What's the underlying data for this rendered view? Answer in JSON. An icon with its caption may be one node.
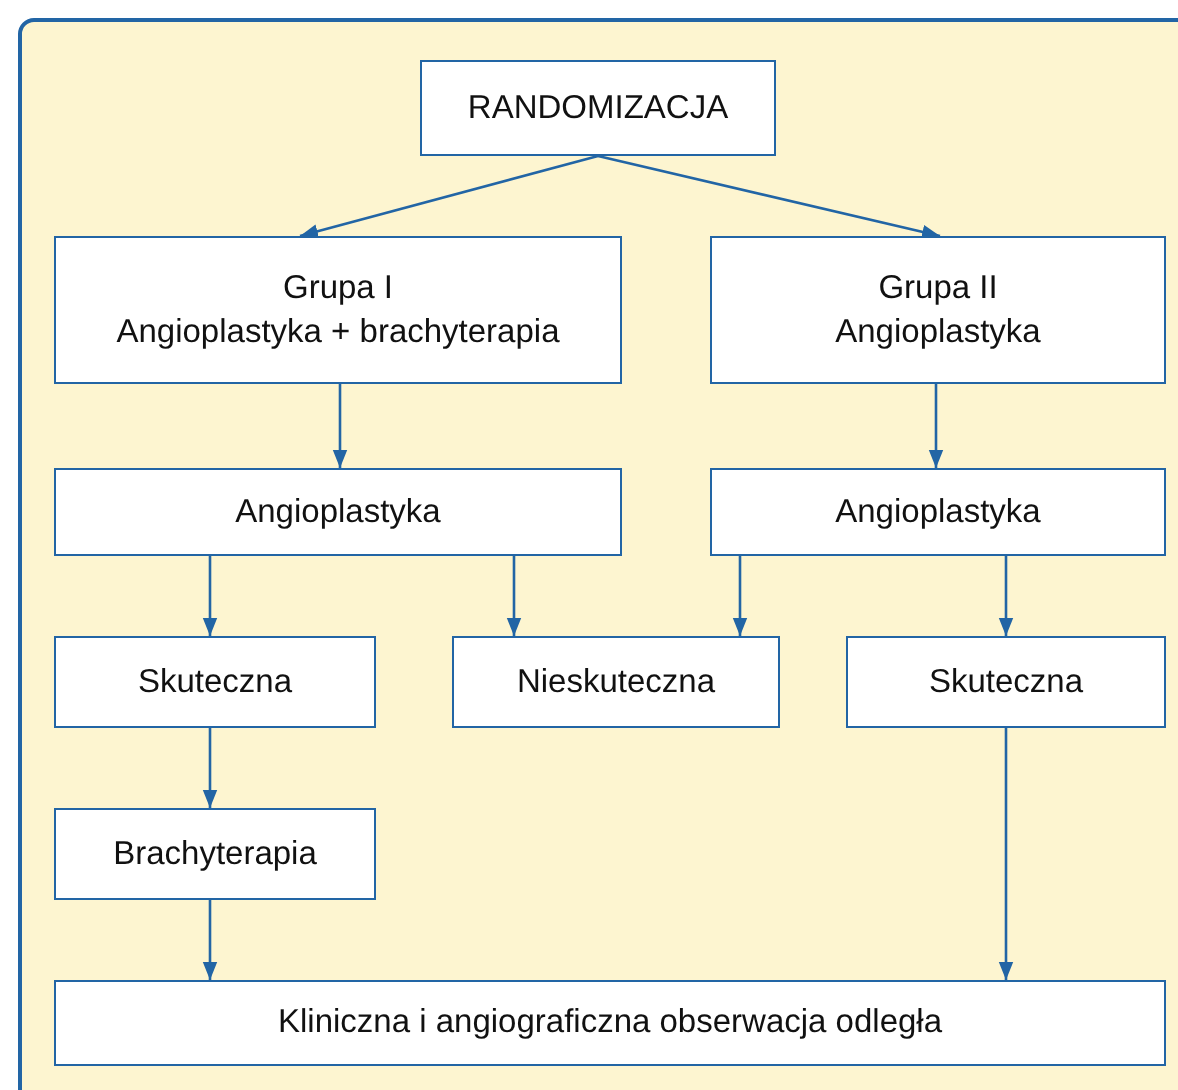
{
  "diagram": {
    "nodes": [
      {
        "text": [
          "RANDOMIZACJA"
        ]
      },
      {
        "text": [
          "Grupa I",
          "Angioplastyka + brachyterapia"
        ]
      },
      {
        "text": [
          "Grupa II",
          "Angioplastyka"
        ]
      },
      {
        "text": [
          "Angioplastyka"
        ]
      },
      {
        "text": [
          "Angioplastyka"
        ]
      },
      {
        "text": [
          "Skuteczna"
        ]
      },
      {
        "text": [
          "Nieskuteczna"
        ]
      },
      {
        "text": [
          "Skuteczna"
        ]
      },
      {
        "text": [
          "Brachyterapia"
        ]
      },
      {
        "text": [
          "Kliniczna i angiograficzna obserwacja odległa"
        ]
      }
    ],
    "edges": [
      {
        "from": 0,
        "to": 1,
        "arrow": "to"
      },
      {
        "from": 0,
        "to": 2,
        "arrow": "to"
      },
      {
        "from": 1,
        "to": 3,
        "arrow": "to"
      },
      {
        "from": 2,
        "to": 4,
        "arrow": "to"
      },
      {
        "from": 3,
        "to": 5,
        "arrow": "to"
      },
      {
        "from": 3,
        "to": 6,
        "arrow": "to"
      },
      {
        "from": 4,
        "to": 6,
        "arrow": "to"
      },
      {
        "from": 4,
        "to": 7,
        "arrow": "to"
      },
      {
        "from": 5,
        "to": 8,
        "arrow": "to"
      },
      {
        "from": 8,
        "to": 9,
        "arrow": "to"
      },
      {
        "from": 7,
        "to": 9,
        "arrow": "to"
      }
    ]
  }
}
